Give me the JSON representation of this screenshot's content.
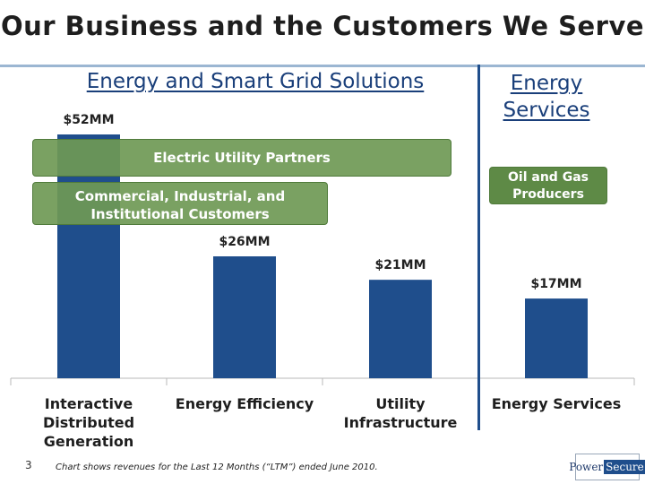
{
  "slide": {
    "title": "Our Business and the Customers We Serve",
    "page_number": "3",
    "footnote": "Chart shows revenues for the Last 12 Months (“LTM”) ended June 2010."
  },
  "sections": {
    "left": "Energy and Smart Grid Solutions",
    "right_line1": "Energy",
    "right_line2": "Services"
  },
  "customers": {
    "utility": "Electric Utility Partners",
    "commercial_line1": "Commercial, Industrial, and",
    "commercial_line2": "Institutional Customers",
    "oil_line1": "Oil and Gas",
    "oil_line2": "Producers"
  },
  "logo": {
    "part1": "Power",
    "part2": "Secure"
  },
  "colors": {
    "bar": "#1f4e8c",
    "pill": "#6f9955",
    "heading": "#1a3f7a"
  },
  "chart_data": {
    "type": "bar",
    "categories": [
      [
        "Interactive",
        "Distributed",
        "Generation"
      ],
      [
        "Energy Efficiency"
      ],
      [
        "Utility",
        "Infrastructure"
      ],
      [
        "Energy Services"
      ]
    ],
    "values": [
      52,
      26,
      21,
      17
    ],
    "data_labels": [
      "$52MM",
      "$26MM",
      "$21MM",
      "$17MM"
    ],
    "unit": "$MM",
    "ylim": [
      0,
      52
    ],
    "grid": false,
    "legend": "none"
  }
}
